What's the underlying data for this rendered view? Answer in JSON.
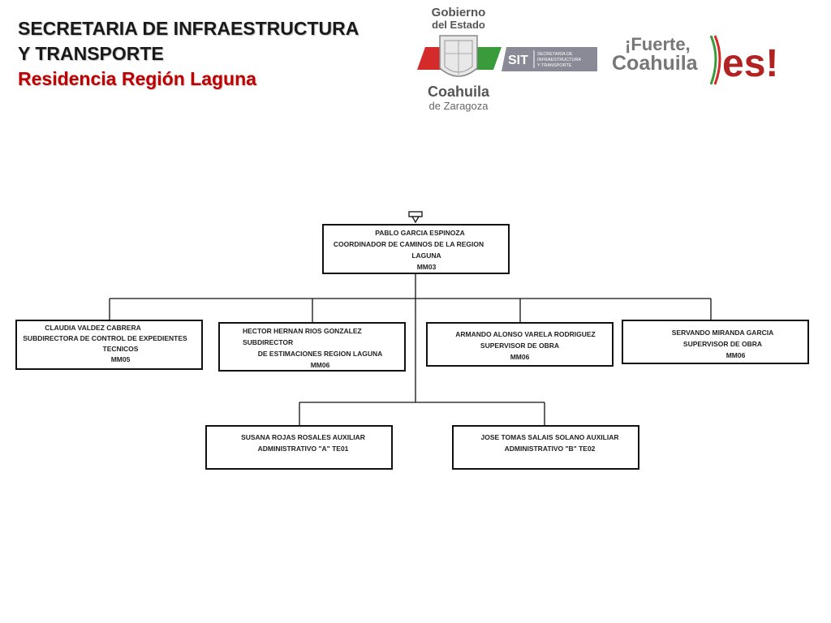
{
  "header": {
    "title_line1": "SECRETARIA DE INFRAESTRUCTURA",
    "title_line2": "Y TRANSPORTE",
    "subtitle": "Residencia Región Laguna"
  },
  "logos": {
    "gobierno_line1": "Gobierno",
    "gobierno_line2": "del Estado",
    "coahuila": "Coahuila",
    "zaragoza": "de Zaragoza",
    "sit": "SIT",
    "sit_text1": "SECRETARÍA DE",
    "sit_text2": "INFRAESTRUCTURA",
    "sit_text3": "Y TRANSPORTE",
    "fuerte": "¡Fuerte,",
    "fuerte_coahuila": "Coahuila",
    "es": "es!"
  },
  "colors": {
    "title": "#1a1a1a",
    "subtitle": "#c00000",
    "flag_green": "#3a9b3a",
    "flag_red": "#d42a2a",
    "sit_grey": "#8a8a96",
    "box_border": "#111111"
  },
  "org": {
    "coordinator": {
      "name": "PABLO GARCIA ESPINOZA",
      "role_line1": "COORDINADOR DE CAMINOS DE LA REGION",
      "role_line2": "LAGUNA",
      "code": "MM03"
    },
    "sub1": {
      "name": "CLAUDIA VALDEZ CABRERA",
      "role_line1": "SUBDIRECTORA DE CONTROL DE EXPEDIENTES",
      "role_line2": "TECNICOS",
      "code": "MM05"
    },
    "sub2": {
      "name": "HECTOR HERNAN RIOS GONZALEZ  SUBDIRECTOR",
      "role_line1": "DE ESTIMACIONES REGION  LAGUNA",
      "code": "MM06"
    },
    "sup1": {
      "name": "ARMANDO ALONSO VARELA RODRIGUEZ",
      "role_line1": "SUPERVISOR DE OBRA",
      "code": "MM06"
    },
    "sup2": {
      "name": "SERVANDO MIRANDA GARCIA",
      "role_line1": "SUPERVISOR DE OBRA",
      "code": "MM06"
    },
    "aux1": {
      "name": "SUSANA ROJAS ROSALES  AUXILIAR",
      "role_line1": "ADMINISTRATIVO \"A\"  TE01"
    },
    "aux2": {
      "name": "JOSE TOMAS SALAIS SOLANO  AUXILIAR",
      "role_line1": "ADMINISTRATIVO \"B\"  TE02"
    }
  }
}
